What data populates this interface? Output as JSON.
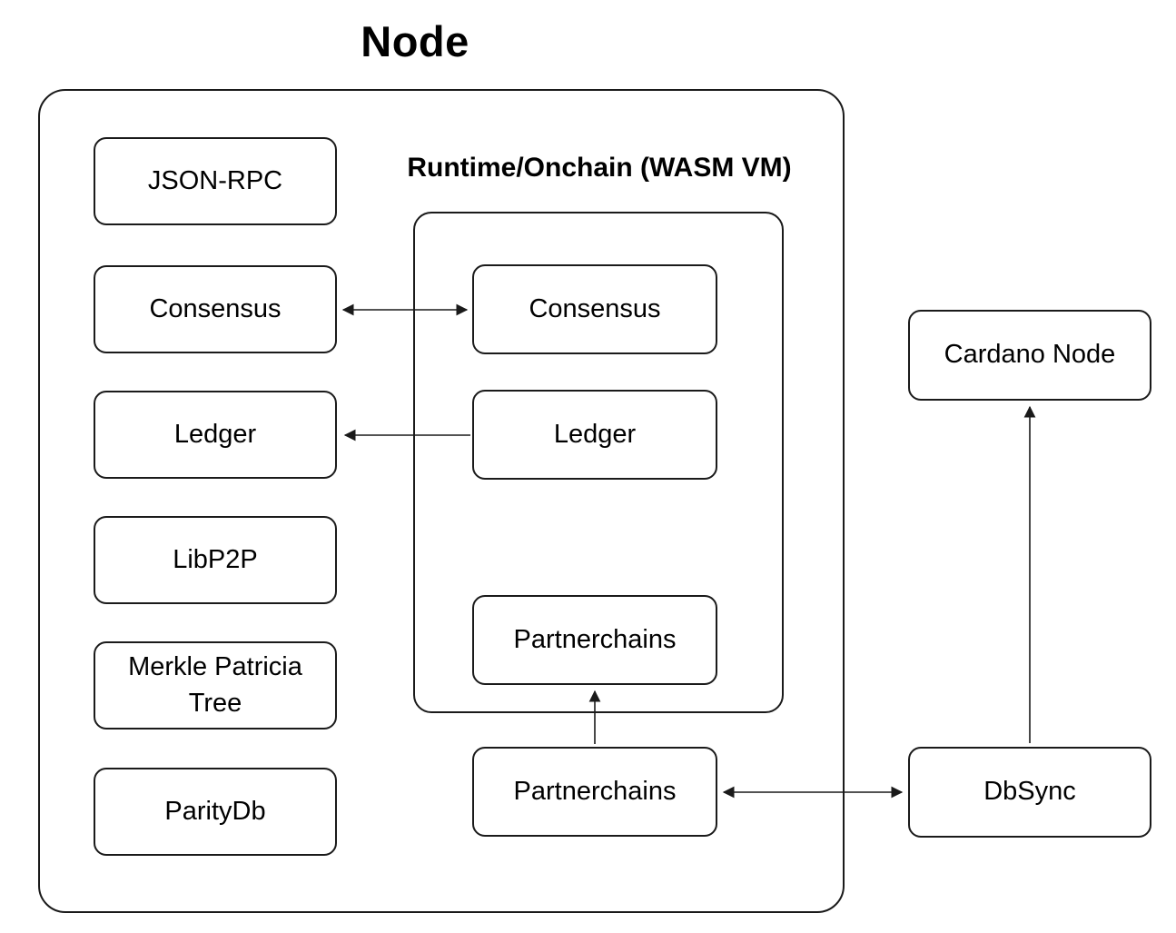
{
  "diagram": {
    "title": "Node",
    "runtime_label": "Runtime/Onchain (WASM VM)",
    "boxes": {
      "json_rpc": "JSON-RPC",
      "consensus_left": "Consensus",
      "ledger_left": "Ledger",
      "libp2p": "LibP2P",
      "merkle": "Merkle Patricia Tree",
      "paritydb": "ParityDb",
      "consensus_runtime": "Consensus",
      "ledger_runtime": "Ledger",
      "partnerchains_runtime": "Partnerchains",
      "partnerchains_node": "Partnerchains",
      "cardano_node": "Cardano Node",
      "dbsync": "DbSync"
    },
    "connections": [
      {
        "from": "consensus_left",
        "to": "consensus_runtime",
        "type": "bidirectional"
      },
      {
        "from": "ledger_runtime",
        "to": "ledger_left",
        "type": "one-way"
      },
      {
        "from": "partnerchains_node",
        "to": "partnerchains_runtime",
        "type": "one-way"
      },
      {
        "from": "partnerchains_node",
        "to": "dbsync",
        "type": "bidirectional"
      },
      {
        "from": "dbsync",
        "to": "cardano_node",
        "type": "one-way"
      }
    ],
    "colors": {
      "stroke": "#1a1a1a",
      "background": "#ffffff",
      "text": "#000000"
    }
  }
}
